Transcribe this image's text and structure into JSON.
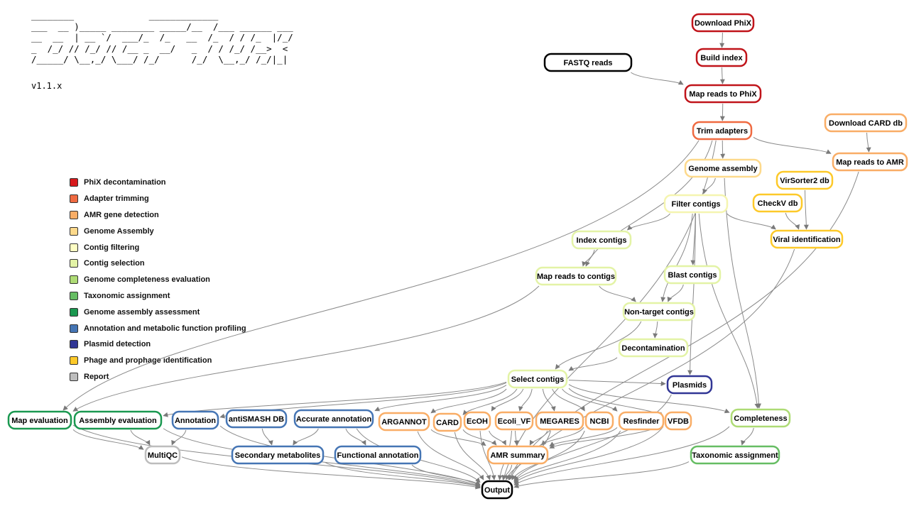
{
  "header": {
    "ascii_logo": "________              _____________\n___  __ )_____ ________ _____/__  /___ ______ ___\n__  __  | __ `/  ___/_  /_   __  /_  / / /_  |/_/\n_  /_/ // /_/ // /__ _  __/   _  / / /_/ /__>  <\n/_____/ \\__,_/ \\___/ /_/      /_/  \\__,_/ /_/|_|",
    "version": "v1.1.x"
  },
  "legend": [
    {
      "label": "PhiX decontamination",
      "color": "#d7191c"
    },
    {
      "label": "Adapter trimming",
      "color": "#ef6a41"
    },
    {
      "label": "AMR gene detection",
      "color": "#f9ad66"
    },
    {
      "label": "Genome Assembly",
      "color": "#fdd98b"
    },
    {
      "label": "Contig filtering",
      "color": "#ffffc4"
    },
    {
      "label": "Contig selection",
      "color": "#e3f3a6"
    },
    {
      "label": "Genome completeness evaluation",
      "color": "#aedb75"
    },
    {
      "label": "Taxonomic assignment",
      "color": "#66bd63"
    },
    {
      "label": "Genome assembly assessment",
      "color": "#1a9850"
    },
    {
      "label": "Annotation and metabolic function profiling",
      "color": "#4575b4"
    },
    {
      "label": "Plasmid detection",
      "color": "#313695"
    },
    {
      "label": "Phage and prophage identification",
      "color": "#fdc929"
    },
    {
      "label": "Report",
      "color": "#bdbdbd"
    }
  ],
  "nodes": [
    {
      "id": "download_phix",
      "label": "Download PhiX",
      "color": "#c0141a"
    },
    {
      "id": "build_index",
      "label": "Build index",
      "color": "#c0141a"
    },
    {
      "id": "fastq_reads",
      "label": "FASTQ reads",
      "color": "#000000"
    },
    {
      "id": "map_phix",
      "label": "Map reads to PhiX",
      "color": "#c0141a"
    },
    {
      "id": "trim_adapters",
      "label": "Trim adapters",
      "color": "#ef6a41"
    },
    {
      "id": "download_card",
      "label": "Download CARD db",
      "color": "#f9ad66"
    },
    {
      "id": "map_amr",
      "label": "Map reads to AMR",
      "color": "#f9ad66"
    },
    {
      "id": "genome_assembly",
      "label": "Genome assembly",
      "color": "#fdd98b"
    },
    {
      "id": "virsorter_db",
      "label": "VirSorter2 db",
      "color": "#fdc929"
    },
    {
      "id": "filter_contigs",
      "label": "Filter contigs",
      "color": "#f5f5b0"
    },
    {
      "id": "checkv_db",
      "label": "CheckV db",
      "color": "#fdc929"
    },
    {
      "id": "index_contigs",
      "label": "Index contigs",
      "color": "#e3f3a6"
    },
    {
      "id": "viral_id",
      "label": "Viral identification",
      "color": "#fdc929"
    },
    {
      "id": "map_contigs",
      "label": "Map reads to contigs",
      "color": "#e3f3a6"
    },
    {
      "id": "blast_contigs",
      "label": "Blast contigs",
      "color": "#e3f3a6"
    },
    {
      "id": "non_target",
      "label": "Non-target contigs",
      "color": "#e3f3a6"
    },
    {
      "id": "decontam",
      "label": "Decontamination",
      "color": "#e3f3a6"
    },
    {
      "id": "select_contigs",
      "label": "Select contigs",
      "color": "#e3f3a6"
    },
    {
      "id": "plasmids",
      "label": "Plasmids",
      "color": "#313695"
    },
    {
      "id": "map_eval",
      "label": "Map evaluation",
      "color": "#1a9850"
    },
    {
      "id": "assembly_eval",
      "label": "Assembly evaluation",
      "color": "#1a9850"
    },
    {
      "id": "annotation",
      "label": "Annotation",
      "color": "#4575b4"
    },
    {
      "id": "antismash_db",
      "label": "antiSMASH DB",
      "color": "#4575b4"
    },
    {
      "id": "accurate_annot",
      "label": "Accurate annotation",
      "color": "#4575b4"
    },
    {
      "id": "argannot",
      "label": "ARGANNOT",
      "color": "#f9ad66"
    },
    {
      "id": "card",
      "label": "CARD",
      "color": "#f9ad66"
    },
    {
      "id": "ecoh",
      "label": "EcOH",
      "color": "#f9ad66"
    },
    {
      "id": "ecoli_vf",
      "label": "Ecoli_VF",
      "color": "#f9ad66"
    },
    {
      "id": "megares",
      "label": "MEGARES",
      "color": "#f9ad66"
    },
    {
      "id": "ncbi",
      "label": "NCBI",
      "color": "#f9ad66"
    },
    {
      "id": "resfinder",
      "label": "Resfinder",
      "color": "#f9ad66"
    },
    {
      "id": "vfdb",
      "label": "VFDB",
      "color": "#f9ad66"
    },
    {
      "id": "completeness",
      "label": "Completeness",
      "color": "#aedb75"
    },
    {
      "id": "multiqc",
      "label": "MultiQC",
      "color": "#bdbdbd"
    },
    {
      "id": "secondary_metab",
      "label": "Secondary metabolites",
      "color": "#4575b4"
    },
    {
      "id": "functional_annot",
      "label": "Functional annotation",
      "color": "#4575b4"
    },
    {
      "id": "amr_summary",
      "label": "AMR summary",
      "color": "#f9ad66"
    },
    {
      "id": "taxonomic",
      "label": "Taxonomic assignment",
      "color": "#66bd63"
    },
    {
      "id": "output",
      "label": "Output",
      "color": "#000000"
    }
  ]
}
